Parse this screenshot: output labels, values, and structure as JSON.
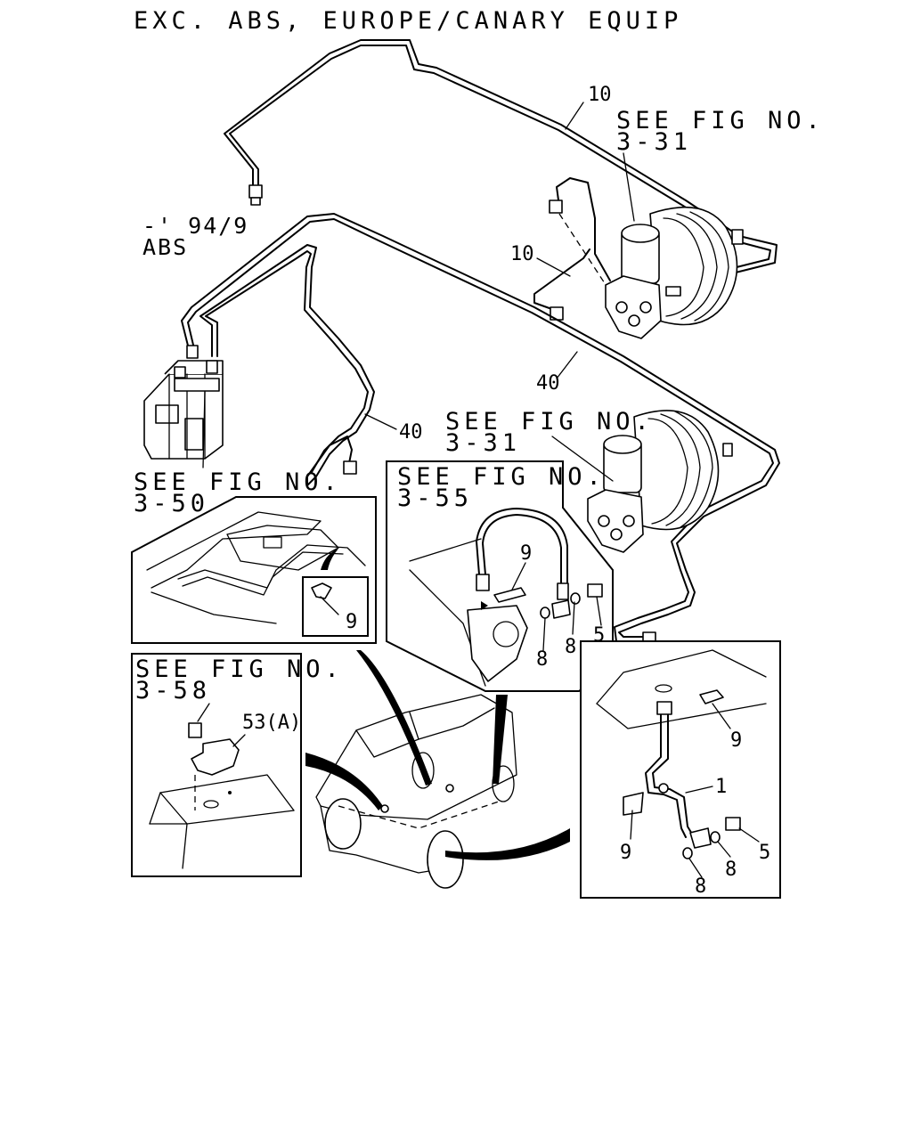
{
  "title": "EXC. ABS, EUROPE/CANARY EQUIP",
  "variant_note": {
    "line1": "-' 94/9",
    "line2": "ABS"
  },
  "references": [
    {
      "line1": "SEE FIG NO.",
      "line2": "3-31"
    },
    {
      "line1": "SEE FIG NO.",
      "line2": "3-31"
    },
    {
      "line1": "SEE FIG NO.",
      "line2": "3-50"
    },
    {
      "line1": "SEE FIG NO.",
      "line2": "3-55"
    },
    {
      "line1": "SEE FIG NO.",
      "line2": "3-58"
    }
  ],
  "callouts": [
    "10",
    "10",
    "40",
    "40",
    "9",
    "9",
    "9",
    "9",
    "8",
    "8",
    "8",
    "8",
    "5",
    "5",
    "53(A)",
    "1"
  ],
  "colors": {
    "ink": "#000000",
    "paper": "#ffffff"
  }
}
